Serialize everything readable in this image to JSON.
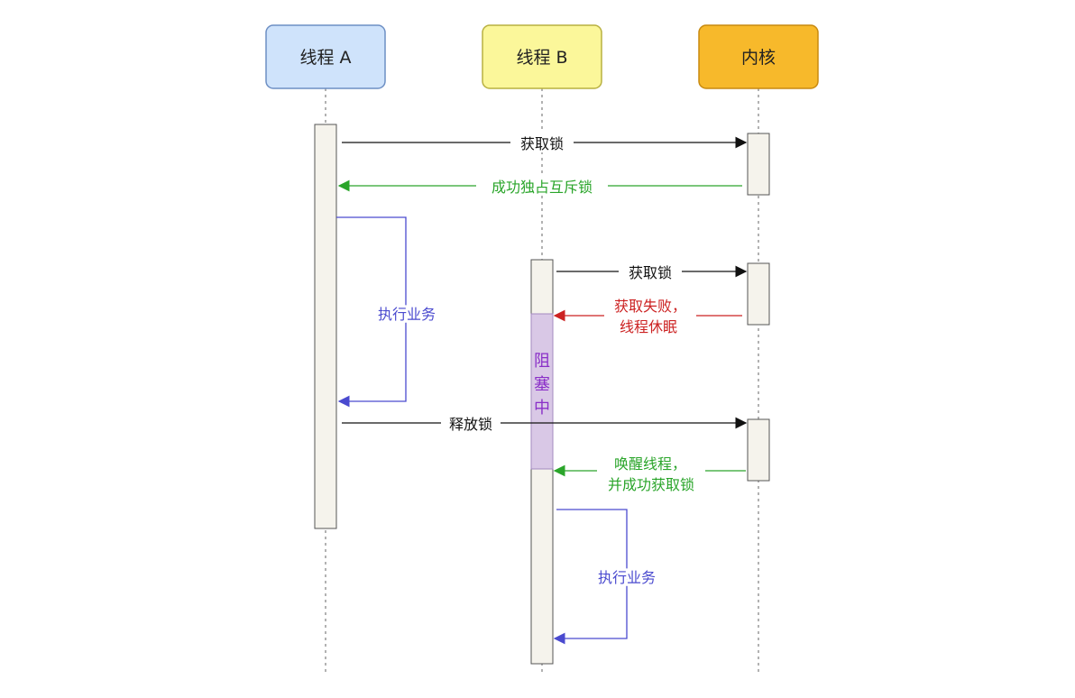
{
  "participants": [
    {
      "id": "threadA",
      "label": "线程 A",
      "fill": "#cfe3fb",
      "stroke": "#6d8fc4"
    },
    {
      "id": "threadB",
      "label": "线程 B",
      "fill": "#fbf79a",
      "stroke": "#b8b040"
    },
    {
      "id": "kernel",
      "label": "内核",
      "fill": "#f7b92b",
      "stroke": "#c88a10"
    }
  ],
  "messages": {
    "acquire_a": "获取锁",
    "success_a": "成功独占互斥锁",
    "acquire_b": "获取锁",
    "fail_b_line1": "获取失败，",
    "fail_b_line2": "线程休眠",
    "release_a": "释放锁",
    "wake_b_line1": "唤醒线程，",
    "wake_b_line2": "并成功获取锁"
  },
  "self_calls": {
    "exec_a": "执行业务",
    "exec_b": "执行业务"
  },
  "blocked_label": [
    "阻",
    "塞",
    "中"
  ],
  "colors": {
    "request": "#111111",
    "success": "#2aa52a",
    "failure": "#cc2222",
    "self": "#4a4acf",
    "blocked_fill": "#d9c8e6",
    "blocked_text": "#8a2fc8",
    "activation_fill": "#f5f3ec",
    "lifeline": "#666666"
  }
}
